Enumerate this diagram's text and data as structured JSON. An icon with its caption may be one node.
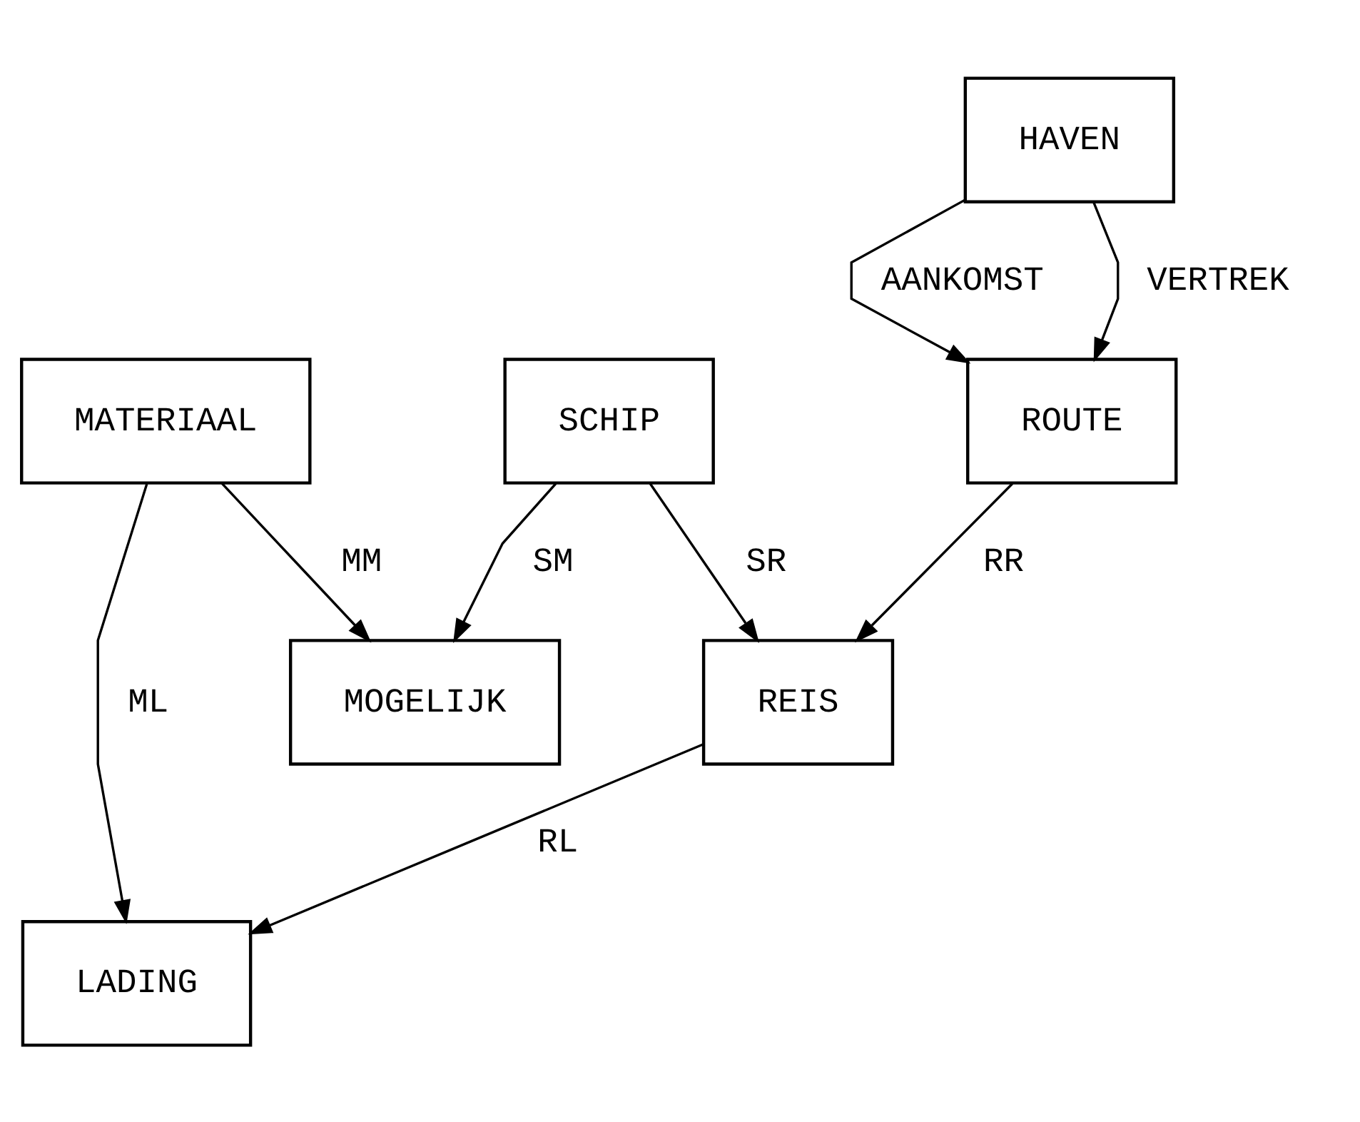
{
  "diagram": {
    "nodes": [
      {
        "text": [
          "HAVEN"
        ]
      },
      {
        "text": [
          "ROUTE"
        ]
      },
      {
        "text": [
          "SCHIP"
        ]
      },
      {
        "text": [
          "MATERIAAL"
        ]
      },
      {
        "text": [
          "REIS"
        ]
      },
      {
        "text": [
          "MOGELIJK"
        ]
      },
      {
        "text": [
          "LADING"
        ]
      }
    ],
    "edges": [
      {
        "from": 0,
        "to": 1,
        "arrow": "to",
        "label": "AANKOMST"
      },
      {
        "from": 0,
        "to": 1,
        "arrow": "to",
        "label": "VERTREK"
      },
      {
        "from": 1,
        "to": 4,
        "arrow": "to",
        "label": "RR"
      },
      {
        "from": 2,
        "to": 4,
        "arrow": "to",
        "label": "SR"
      },
      {
        "from": 2,
        "to": 5,
        "arrow": "to",
        "label": "SM"
      },
      {
        "from": 3,
        "to": 5,
        "arrow": "to",
        "label": "MM"
      },
      {
        "from": 4,
        "to": 6,
        "arrow": "to",
        "label": "RL"
      },
      {
        "from": 3,
        "to": 6,
        "arrow": "to",
        "label": "ML"
      }
    ]
  }
}
